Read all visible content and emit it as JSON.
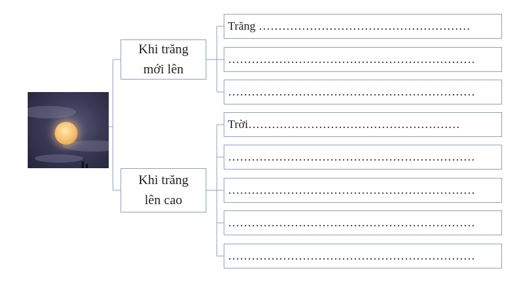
{
  "diagram": {
    "image": {
      "name": "full-moon-photo"
    },
    "branches": [
      {
        "title_lines": [
          "Khi trăng",
          "mới lên"
        ],
        "items": [
          "Trăng ………………………………………………",
          "………………………………………………………",
          "………………………………………………………"
        ]
      },
      {
        "title_lines": [
          "Khi trăng",
          "lên cao"
        ],
        "items": [
          "Trời………………………………………………",
          "………………………………………………………",
          "………………………………………………………",
          "………………………………………………………",
          "………………………………………………………"
        ]
      }
    ]
  },
  "colors": {
    "border": "#8fa6c4",
    "connector": "#8fa6c4"
  }
}
